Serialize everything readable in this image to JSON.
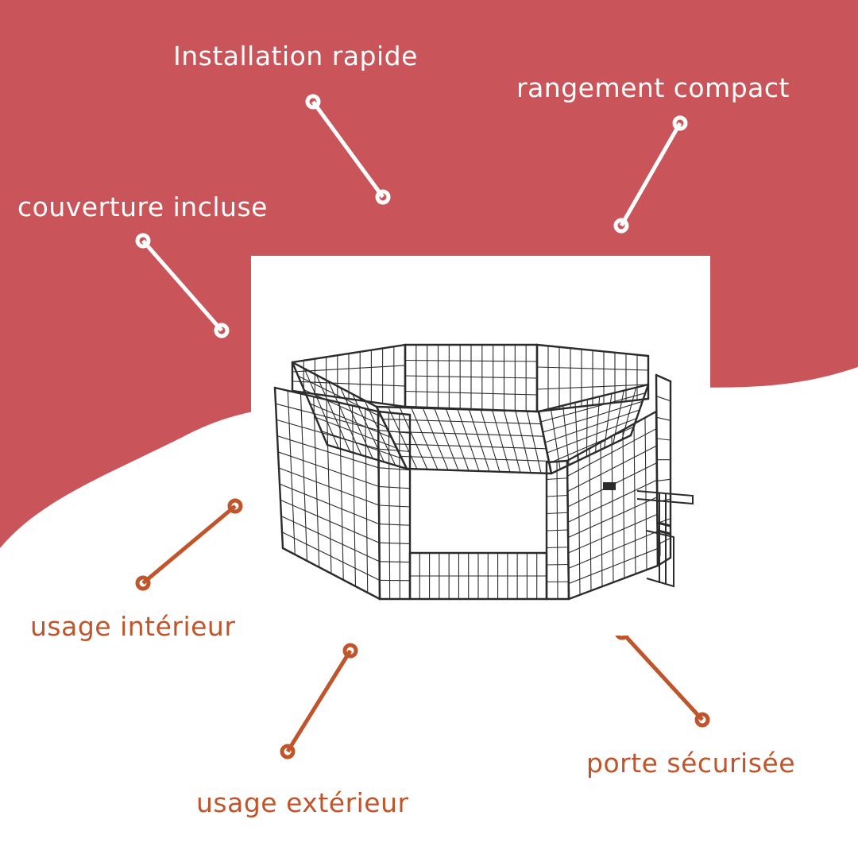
{
  "colors": {
    "background_red": "#c9555a",
    "white": "#ffffff",
    "callout_light": "#ffffff",
    "callout_dark": "#c0552b",
    "wire": "#2b2b2b"
  },
  "features": {
    "installation": "Installation rapide",
    "rangement": "rangement compact",
    "couverture": "couverture incluse",
    "interieur": "usage intérieur",
    "exterieur": "usage extérieur",
    "porte": "porte sécurisée"
  },
  "product": {
    "image": "black-wire-octagonal-playpen"
  }
}
